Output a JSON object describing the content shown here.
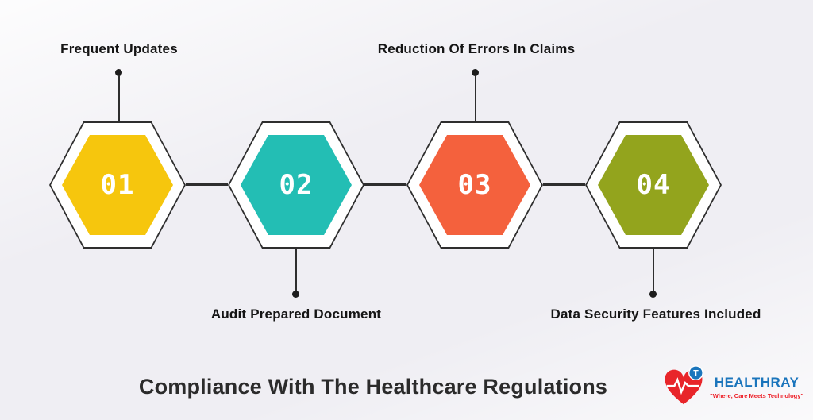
{
  "title": "Compliance With The Healthcare Regulations",
  "steps": [
    {
      "number": "01",
      "label": "Frequent Updates",
      "color": "#F6C60D",
      "label_position": "top"
    },
    {
      "number": "02",
      "label": "Audit Prepared Document",
      "color": "#23BEB4",
      "label_position": "bottom"
    },
    {
      "number": "03",
      "label": "Reduction Of Errors In Claims",
      "color": "#F4613D",
      "label_position": "top"
    },
    {
      "number": "04",
      "label": "Data Security Features Included",
      "color": "#93A41D",
      "label_position": "bottom"
    }
  ],
  "colors": {
    "outline": "#2e2e2e",
    "background": "#efeef3",
    "label_text": "#151515",
    "title_text": "#2b2b2b"
  },
  "logo": {
    "brand": "HEALTHRAY",
    "tagline": "\"Where, Care Meets Technology\"",
    "brand_color": "#1b75bc",
    "tagline_color": "#ed1c24",
    "heart_color": "#e8252a",
    "badge_letter": "T",
    "badge_color": "#1b75bc"
  }
}
